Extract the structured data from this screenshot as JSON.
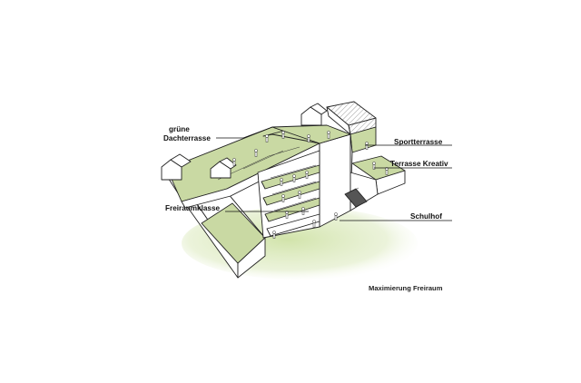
{
  "labels": {
    "gruene_dachterrasse_line1": "grüne",
    "gruene_dachterrasse_line2": "Dachterrasse",
    "sportterrasse": "Sportterrasse",
    "terrasse_kreativ": "Terrasse Kreativ",
    "freiraumklasse": "Freiraumklasse",
    "schulhof": "Schulhof"
  },
  "caption": "Maximierung Freiraum",
  "colors": {
    "terrace_green": "#c9d9a3",
    "ground_green": "#d6e6b6",
    "building_white": "#ffffff",
    "line": "#222222",
    "text": "#111111"
  }
}
